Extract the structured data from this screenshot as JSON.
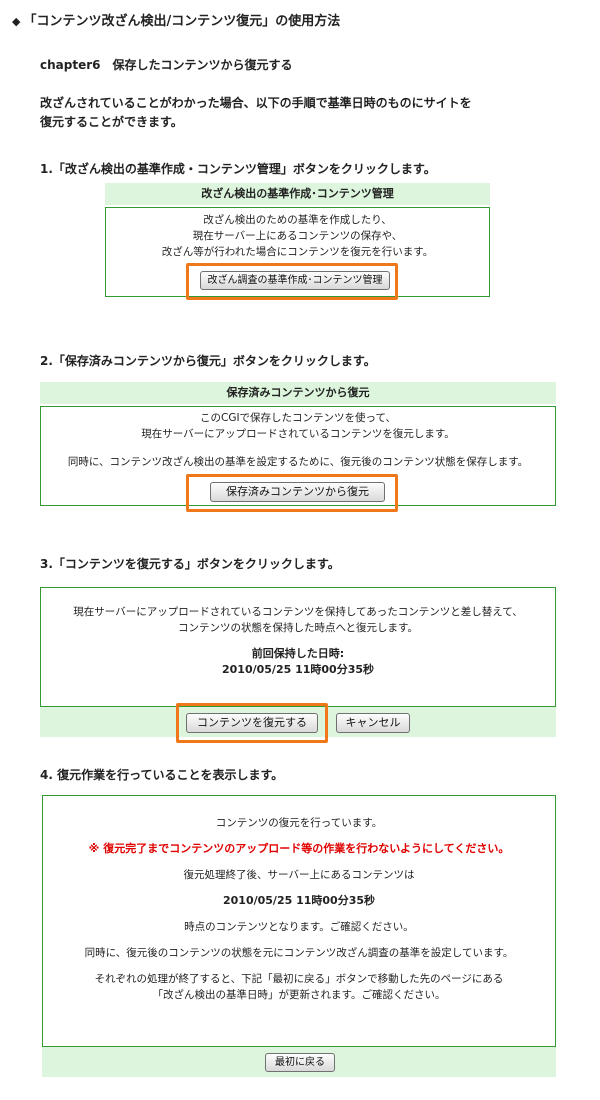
{
  "page": {
    "bullet": "◆",
    "title": "「コンテンツ改ざん検出/コンテンツ復元」の使用方法",
    "chapter": "chapter6　保存したコンテンツから復元する",
    "intro_line1": "改ざんされていることがわかった場合、以下の手順で基準日時のものにサイトを",
    "intro_line2": "復元することができます。"
  },
  "step1": {
    "label": "1.「改ざん検出の基準作成・コンテンツ管理」ボタンをクリックします。",
    "header": "改ざん検出の基準作成･コンテンツ管理",
    "lines": [
      "改ざん検出のための基準を作成したり、",
      "現在サーバー上にあるコンテンツの保存や、",
      "改ざん等が行われた場合にコンテンツを復元を行います。"
    ],
    "button": "改ざん調査の基準作成･コンテンツ管理"
  },
  "step2": {
    "label": "2.「保存済みコンテンツから復元」ボタンをクリックします。",
    "header": "保存済みコンテンツから復元",
    "lines": [
      "このCGIで保存したコンテンツを使って、",
      "現在サーバーにアップロードされているコンテンツを復元します。"
    ],
    "line_extra": "同時に、コンテンツ改ざん検出の基準を設定するために、復元後のコンテンツ状態を保存します。",
    "button": "保存済みコンテンツから復元"
  },
  "step3": {
    "label": "3.「コンテンツを復元する」ボタンをクリックします。",
    "lines": [
      "現在サーバーにアップロードされているコンテンツを保持してあったコンテンツと差し替えて、",
      "コンテンツの状態を保持した時点へと復元します。"
    ],
    "saved_label": "前回保持した日時:",
    "saved_date": "2010/05/25 11時00分35秒",
    "restore_button": "コンテンツを復元する",
    "cancel_button": "キャンセル"
  },
  "step4": {
    "label": "4. 復元作業を行っていることを表示します。",
    "line1": "コンテンツの復元を行っています。",
    "warning": "※ 復元完了までコンテンツのアップロード等の作業を行わないようにしてください。",
    "line2": "復元処理終了後、サーバー上にあるコンテンツは",
    "date": "2010/05/25 11時00分35秒",
    "line3": "時点のコンテンツとなります。ご確認ください。",
    "line4": "同時に、復元後のコンテンツの状態を元にコンテンツ改ざん調査の基準を設定しています。",
    "line5": "それぞれの処理が終了すると、下記「最初に戻る」ボタンで移動した先のページにある",
    "line6": "「改ざん検出の基準日時」が更新されます。ご確認ください。",
    "back_button": "最初に戻る"
  },
  "colors": {
    "green_bg": "#dcf5dc",
    "green_border": "#339933",
    "highlight": "#f07818",
    "warning": "#e00000"
  }
}
